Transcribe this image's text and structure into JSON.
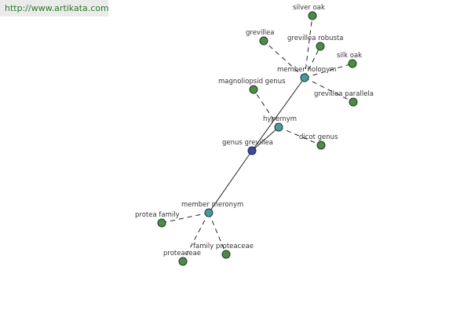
{
  "banner": {
    "url": "http://www.artikata.com"
  },
  "graph": {
    "center": {
      "id": "genus-grevillea",
      "label": "genus grevillea"
    },
    "relations": [
      {
        "id": "member-holonym",
        "label": "member holonym"
      },
      {
        "id": "hypernym",
        "label": "hypernym"
      },
      {
        "id": "member-meronym",
        "label": "member meronym"
      }
    ],
    "leaves": [
      {
        "id": "silver-oak",
        "label": "silver oak",
        "relation": "member-holonym"
      },
      {
        "id": "grevillea",
        "label": "grevillea",
        "relation": "member-holonym"
      },
      {
        "id": "grevillea-robusta",
        "label": "grevillea robusta",
        "relation": "member-holonym"
      },
      {
        "id": "silk-oak",
        "label": "silk oak",
        "relation": "member-holonym"
      },
      {
        "id": "grevillea-parallela",
        "label": "grevillea parallela",
        "relation": "member-holonym"
      },
      {
        "id": "magnoliopsid-genus",
        "label": "magnoliopsid genus",
        "relation": "hypernym"
      },
      {
        "id": "dicot-genus",
        "label": "dicot genus",
        "relation": "hypernym"
      },
      {
        "id": "protea-family",
        "label": "protea family",
        "relation": "member-meronym"
      },
      {
        "id": "proteaceae",
        "label": "proteaceae",
        "relation": "member-meronym"
      },
      {
        "id": "family-proteaceae",
        "label": "family proteaceae",
        "relation": "member-meronym"
      }
    ]
  }
}
